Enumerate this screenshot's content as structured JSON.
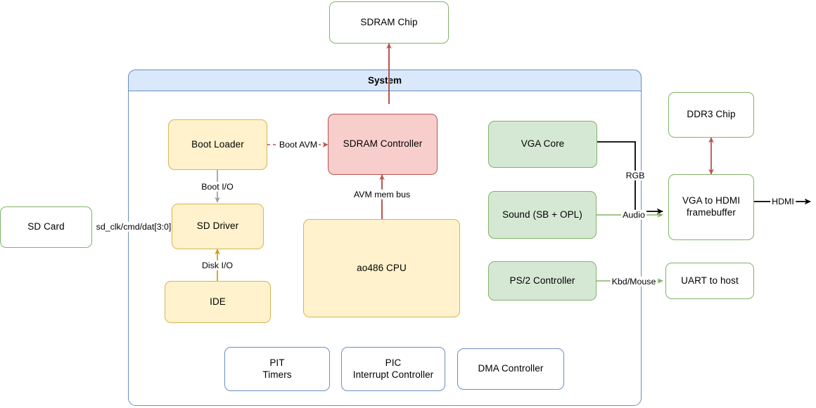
{
  "diagram": {
    "title": "ao486 System Block Diagram",
    "system_container": {
      "label": "System"
    },
    "colors": {
      "yellow_fill": "#fff2cc",
      "yellow_stroke": "#d6b656",
      "red_fill": "#f8cecc",
      "red_stroke": "#b85450",
      "green_fill": "#d5e8d4",
      "green_stroke": "#82b366",
      "blue_fill": "#dae8fc",
      "blue_stroke": "#6c8ebf",
      "white_fill": "#ffffff",
      "arrow_black": "#000000",
      "arrow_gray": "#9e9e9e",
      "arrow_amber": "#d79b00",
      "arrow_darkred": "#b85450",
      "arrow_green": "#82b366"
    },
    "nodes": [
      {
        "id": "sdram_chip",
        "label": "SDRAM Chip",
        "style": "green-outline"
      },
      {
        "id": "sd_card",
        "label": "SD Card",
        "style": "green-outline"
      },
      {
        "id": "boot_loader",
        "label": "Boot Loader",
        "style": "yellow"
      },
      {
        "id": "sd_driver",
        "label": "SD Driver",
        "style": "yellow"
      },
      {
        "id": "ide",
        "label": "IDE",
        "style": "yellow"
      },
      {
        "id": "sdram_controller",
        "label": "SDRAM Controller",
        "style": "red"
      },
      {
        "id": "ao486_cpu",
        "label": "ao486 CPU",
        "style": "yellow"
      },
      {
        "id": "vga_core",
        "label": "VGA Core",
        "style": "green"
      },
      {
        "id": "sound",
        "label": "Sound (SB + OPL)",
        "style": "green"
      },
      {
        "id": "ps2",
        "label": "PS/2 Controller",
        "style": "green"
      },
      {
        "id": "pit",
        "label": "PIT\nTimers",
        "style": "blue-outline"
      },
      {
        "id": "pic",
        "label": "PIC\nInterrupt Controller",
        "style": "blue-outline"
      },
      {
        "id": "dma",
        "label": "DMA Controller",
        "style": "blue-outline"
      },
      {
        "id": "ddr3_chip",
        "label": "DDR3 Chip",
        "style": "green-outline"
      },
      {
        "id": "vga_hdmi_fb",
        "label": "VGA to HDMI\nframebuffer",
        "style": "green-outline"
      },
      {
        "id": "uart_host",
        "label": "UART to host",
        "style": "green-outline"
      }
    ],
    "edges": [
      {
        "id": "e_sdramctl_chip",
        "from": "sdram_controller",
        "to": "sdram_chip",
        "label": "",
        "color": "#b85450",
        "style": "solid",
        "arrow": "end"
      },
      {
        "id": "e_boot_avm",
        "from": "boot_loader",
        "to": "sdram_controller",
        "label": "Boot AVM",
        "color": "#b85450",
        "style": "dashed",
        "arrow": "end"
      },
      {
        "id": "e_boot_io",
        "from": "boot_loader",
        "to": "sd_driver",
        "label": "Boot I/O",
        "color": "#9e9e9e",
        "style": "solid",
        "arrow": "end"
      },
      {
        "id": "e_disk_io",
        "from": "ide",
        "to": "sd_driver",
        "label": "Disk I/O",
        "color": "#d79b00",
        "style": "solid",
        "arrow": "end"
      },
      {
        "id": "e_sd_lines",
        "from": "sd_driver",
        "to": "sd_card",
        "label": "sd_clk/cmd/dat[3:0]",
        "color": "#d79b00",
        "style": "solid",
        "arrow": "end"
      },
      {
        "id": "e_avm_mem_bus",
        "from": "ao486_cpu",
        "to": "sdram_controller",
        "label": "AVM mem bus",
        "color": "#b85450",
        "style": "solid",
        "arrow": "end"
      },
      {
        "id": "e_rgb",
        "from": "vga_core",
        "to": "vga_hdmi_fb",
        "label": "RGB",
        "color": "#000000",
        "style": "solid",
        "arrow": "end"
      },
      {
        "id": "e_audio",
        "from": "sound",
        "to": "vga_hdmi_fb",
        "label": "Audio",
        "color": "#82b366",
        "style": "solid",
        "arrow": "end"
      },
      {
        "id": "e_kbd_mouse",
        "from": "ps2",
        "to": "uart_host",
        "label": "Kbd/Mouse",
        "color": "#82b366",
        "style": "solid",
        "arrow": "end"
      },
      {
        "id": "e_ddr3",
        "from": "vga_hdmi_fb",
        "to": "ddr3_chip",
        "label": "",
        "color": "#b85450",
        "style": "solid",
        "arrow": "both"
      },
      {
        "id": "e_hdmi_out",
        "from": "vga_hdmi_fb",
        "to": "",
        "label": "HDMI",
        "color": "#000000",
        "style": "solid",
        "arrow": "end"
      }
    ],
    "edge_labels": {
      "boot_avm": "Boot AVM",
      "boot_io": "Boot I/O",
      "disk_io": "Disk I/O",
      "sd_lines": "sd_clk/cmd/dat[3:0]",
      "avm_mem_bus": "AVM mem bus",
      "rgb": "RGB",
      "audio": "Audio",
      "kbd_mouse": "Kbd/Mouse",
      "hdmi": "HDMI"
    }
  }
}
